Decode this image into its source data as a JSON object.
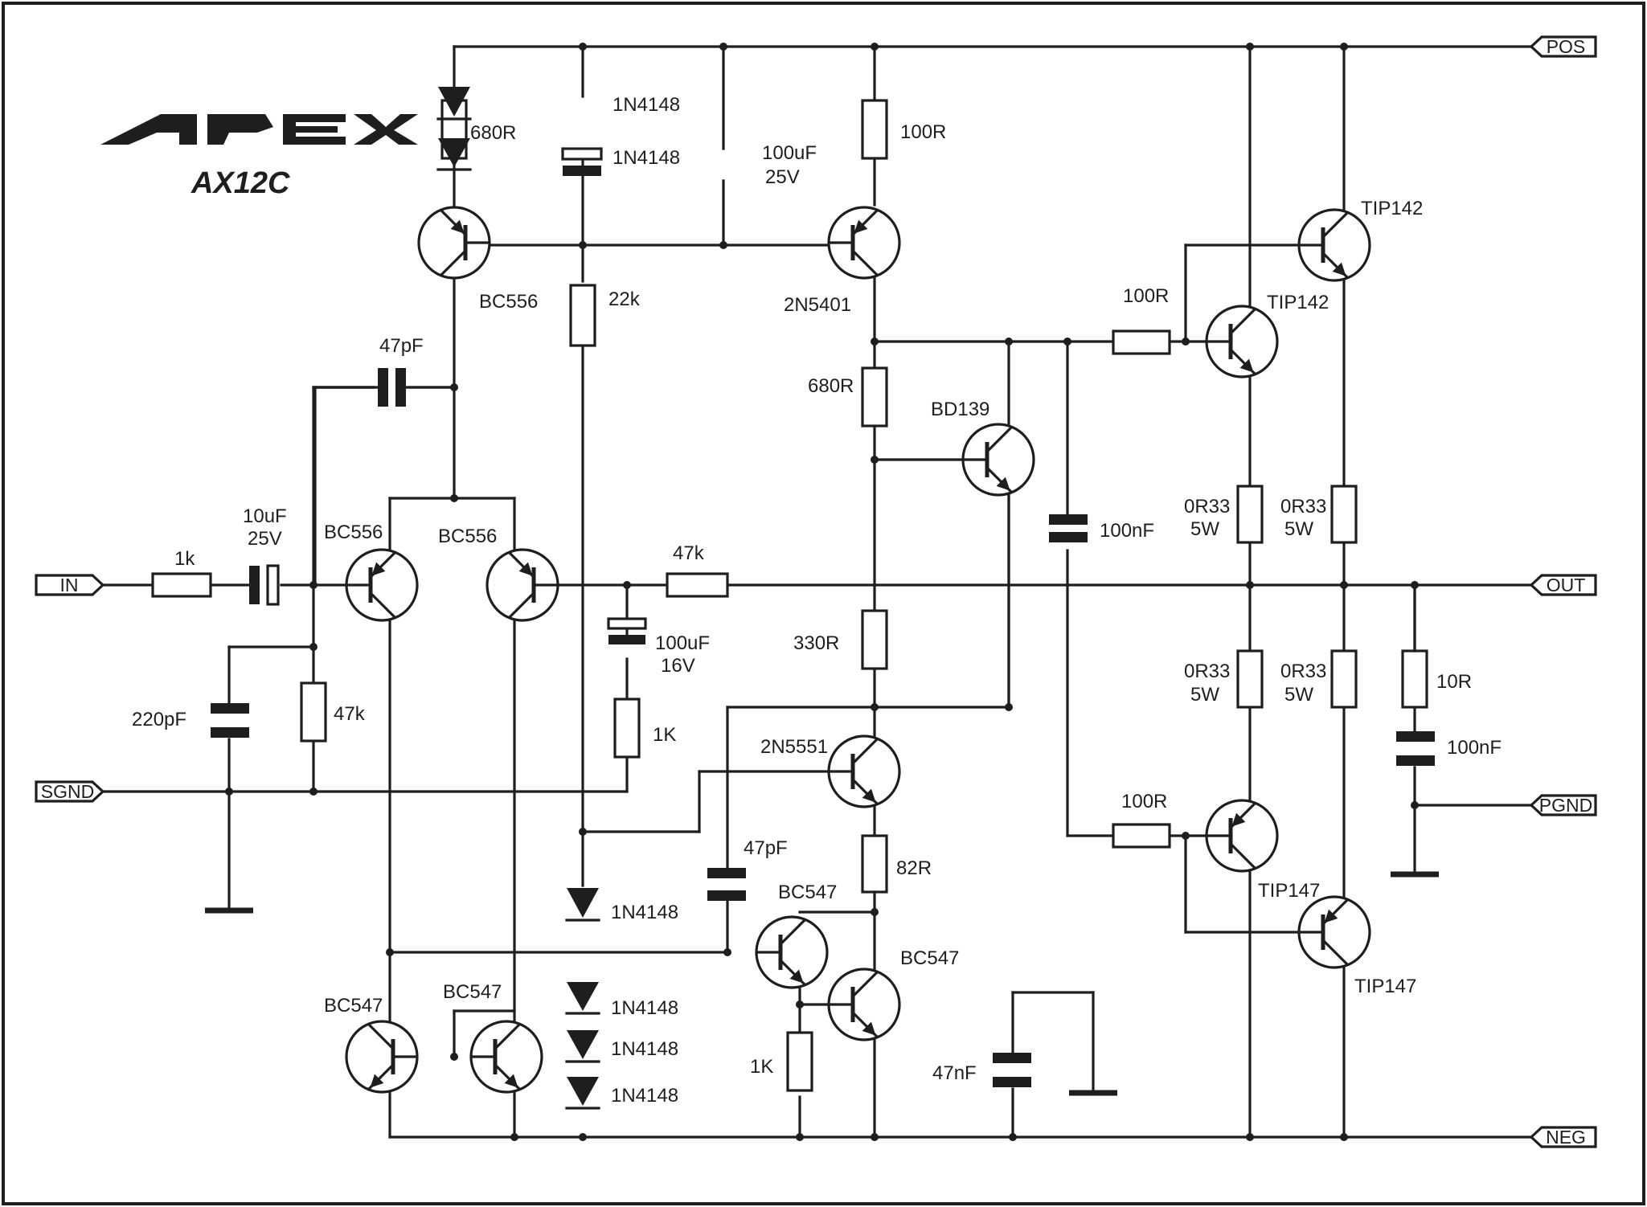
{
  "logo": {
    "text": "APEX"
  },
  "title": "AX12C",
  "ports": {
    "pos": "POS",
    "out": "OUT",
    "in": "IN",
    "sgnd": "SGND",
    "pgnd": "PGND",
    "neg": "NEG"
  },
  "components": {
    "r_680_in": "680R",
    "d1": "1N4148",
    "d2": "1N4148",
    "c_100u_25_a": "100uF",
    "c_100u_25_b": "25V",
    "r_100_vas": "100R",
    "q_bc556_top": "BC556",
    "r_22k": "22k",
    "q_2n5401": "2N5401",
    "c_47p_top": "47pF",
    "r_680_vas": "680R",
    "q_bd139": "BD139",
    "c_100n_mid": "100nF",
    "r_100_drv_top": "100R",
    "q_tip142_a": "TIP142",
    "q_tip142_b": "TIP142",
    "r_0r33_1_a": "0R33",
    "r_0r33_1_b": "5W",
    "r_0r33_2_a": "0R33",
    "r_0r33_2_b": "5W",
    "c_10u_a": "10uF",
    "c_10u_b": "25V",
    "r_1k_in": "1k",
    "q_bc556_l": "BC556",
    "q_bc556_r": "BC556",
    "r_47k_fb": "47k",
    "c_100u_16_a": "100uF",
    "c_100u_16_b": "16V",
    "r_330": "330R",
    "r_0r33_3_a": "0R33",
    "r_0r33_3_b": "5W",
    "r_0r33_4_a": "0R33",
    "r_0r33_4_b": "5W",
    "r_10r": "10R",
    "c_100n_zobel": "100nF",
    "c_220p": "220pF",
    "r_47k_in": "47k",
    "r_1k_fb": "1K",
    "q_2n5551": "2N5551",
    "r_100_drv_bot": "100R",
    "r_82r": "82R",
    "c_47p_bot": "47pF",
    "q_bc547_mid": "BC547",
    "q_bc547_r": "BC547",
    "q_tip147_a": "TIP147",
    "q_tip147_b": "TIP147",
    "d3": "1N4148",
    "d4": "1N4148",
    "d5": "1N4148",
    "d6": "1N4148",
    "q_bc547_l": "BC547",
    "q_bc547_l2": "BC547",
    "r_1k_cs": "1K",
    "c_47n": "47nF"
  }
}
